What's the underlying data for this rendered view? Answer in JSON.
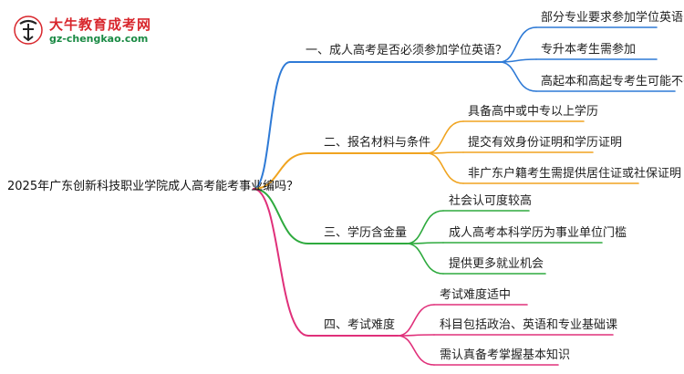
{
  "logo": {
    "title": "大牛教育成考网",
    "url": "gz-chengkao.com"
  },
  "root": "2025年广东创新科技职业学院成人高考能考事业编吗？",
  "branches": [
    {
      "label": "一、成人高考是否必须参加学位英语？",
      "color": "#2e7ad6",
      "leaves": [
        "部分专业要求参加学位英语",
        "专升本考生需参加",
        "高起本和高起专考生可能不需要"
      ]
    },
    {
      "label": "二、报名材料与条件",
      "color": "#f0a420",
      "leaves": [
        "具备高中或中专以上学历",
        "提交有效身份证明和学历证明",
        "非广东户籍考生需提供居住证或社保证明"
      ]
    },
    {
      "label": "三、学历含金量",
      "color": "#2eaa3e",
      "leaves": [
        "社会认可度较高",
        "成人高考本科学历为事业单位门槛",
        "提供更多就业机会"
      ]
    },
    {
      "label": "四、考试难度",
      "color": "#e0307a",
      "leaves": [
        "考试难度适中",
        "科目包括政治、英语和专业基础课",
        "需认真备考掌握基本知识"
      ]
    }
  ]
}
